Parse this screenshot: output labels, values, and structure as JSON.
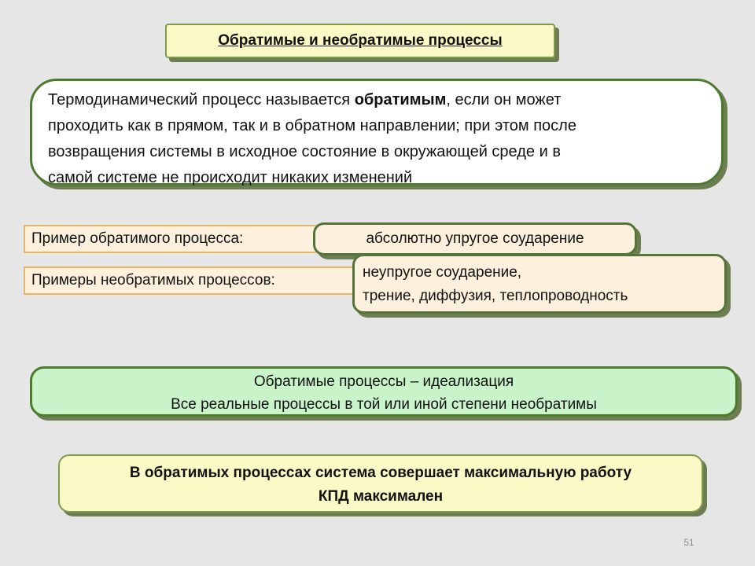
{
  "title": "Обратимые и необратимые процессы",
  "definition": {
    "line1_before": "Термодинамический процесс называется ",
    "line1_bold": "обратимым",
    "line1_after": ", если он может",
    "line2": "проходить как в прямом, так и в обратном направлении; при этом после",
    "line3": "возвращения системы в исходное состояние в окружающей среде и в",
    "line4": "самой системе не происходит никаких изменений"
  },
  "reversible": {
    "label": "Пример обратимого процесса:",
    "example": "абсолютно упругое соударение"
  },
  "irreversible": {
    "label": "Примеры необратимых процессов:",
    "line1": "неупругое соударение,",
    "line2": "трение, диффузия, теплопроводность"
  },
  "idealization": {
    "line1": "Обратимые процессы – идеализация",
    "line2": "Все реальные процессы в той или иной степени необратимы"
  },
  "max_work": {
    "line1": "В обратимых  процессах  система совершает максимальную работу",
    "line2": "КПД  максимален"
  },
  "page_number": "51",
  "colors": {
    "background": "#e6e6e6",
    "green_border": "#4c7a2e",
    "yellow_fill": "#fbf9c6",
    "beige_fill": "#fdf0dc",
    "light_green_fill": "#c9f4c9"
  }
}
